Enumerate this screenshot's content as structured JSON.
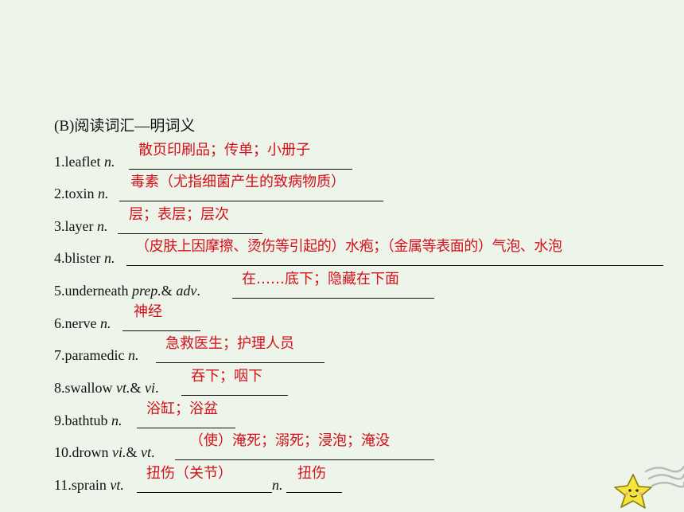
{
  "section_heading": "(B)阅读词汇—明词义",
  "items": [
    {
      "pre": "1.leaflet ",
      "pos": "n.",
      "post": "",
      "answer": "散页印刷品；传单；小册子"
    },
    {
      "pre": "2.toxin ",
      "pos": "n.",
      "post": "",
      "answer": "毒素（尤指细菌产生的致病物质）"
    },
    {
      "pre": "3.layer ",
      "pos": "n.",
      "post": "",
      "answer": "层；表层；层次"
    },
    {
      "pre": "4.blister ",
      "pos": "n.",
      "post": "",
      "answer": "（皮肤上因摩擦、烫伤等引起的）水疱；（金属等表面的）气泡、水泡"
    },
    {
      "pre": "5.underneath ",
      "pos": "prep.",
      "mid": "& ",
      "pos2": "adv",
      "post": ".",
      "answer": "在……底下；隐藏在下面"
    },
    {
      "pre": "6.nerve ",
      "pos": "n.",
      "post": "",
      "answer": "神经"
    },
    {
      "pre": "7.paramedic ",
      "pos": "n.",
      "post": "",
      "answer": "急救医生；护理人员"
    },
    {
      "pre": "8.swallow ",
      "pos": "vt.",
      "mid": "& ",
      "pos2": "vi",
      "post": ".",
      "answer": "吞下；咽下"
    },
    {
      "pre": "9.bathtub ",
      "pos": "n.",
      "post": "",
      "answer": "浴缸；浴盆"
    },
    {
      "pre": "10.drown ",
      "pos": "vi.",
      "mid": "& ",
      "pos2": "vt",
      "post": ".",
      "answer": "（使）淹死；溺死；浸泡；淹没"
    },
    {
      "pre": "11.sprain ",
      "pos": "vt.",
      "post": "",
      "answer": "扭伤（关节）",
      "pos_b": "n.",
      "answer_b": "扭伤"
    }
  ]
}
